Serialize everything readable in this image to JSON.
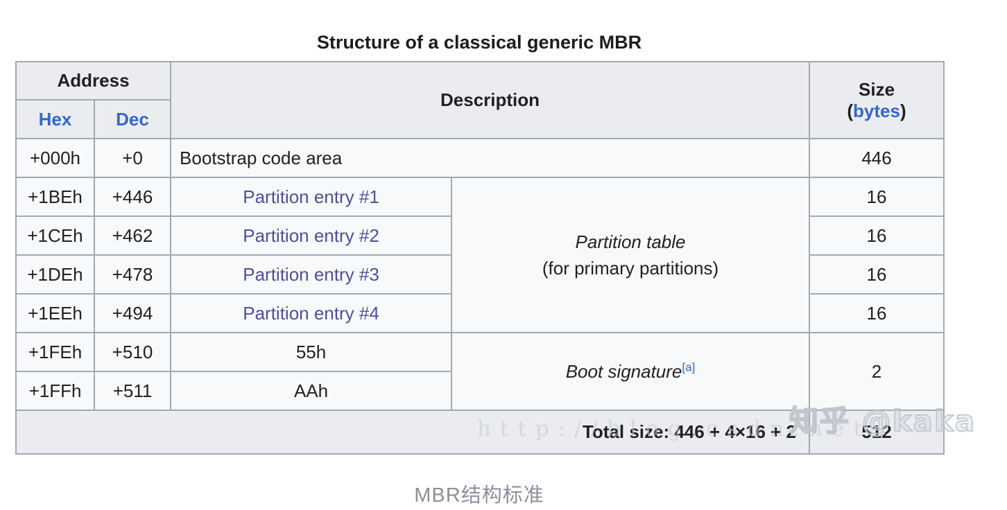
{
  "title": "Structure of a classical generic MBR",
  "caption": "MBR结构标准",
  "watermarks": {
    "zhihu": "知乎 @kaka",
    "url": "http://blog.csdn.net"
  },
  "table": {
    "headers": {
      "address": "Address",
      "hex": "Hex",
      "dec": "Dec",
      "description": "Description",
      "size_line1": "Size",
      "size_paren_open": "(",
      "size_bytes": "bytes",
      "size_paren_close": ")"
    },
    "rows": {
      "bootstrap": {
        "hex": "+000h",
        "dec": "+0",
        "desc": "Bootstrap code area",
        "size": "446"
      },
      "p1": {
        "hex": "+1BEh",
        "dec": "+446",
        "desc": "Partition entry #1",
        "size": "16"
      },
      "p2": {
        "hex": "+1CEh",
        "dec": "+462",
        "desc": "Partition entry #2",
        "size": "16"
      },
      "p3": {
        "hex": "+1DEh",
        "dec": "+478",
        "desc": "Partition entry #3",
        "size": "16"
      },
      "p4": {
        "hex": "+1EEh",
        "dec": "+494",
        "desc": "Partition entry #4",
        "size": "16"
      },
      "sig1": {
        "hex": "+1FEh",
        "dec": "+510",
        "desc": "55h"
      },
      "sig2": {
        "hex": "+1FFh",
        "dec": "+511",
        "desc": "AAh"
      }
    },
    "partition_table": {
      "line1": "Partition table",
      "line2": "(for primary partitions)"
    },
    "boot_signature": {
      "text": "Boot signature",
      "footnote": "[a]",
      "size": "2"
    },
    "footer": {
      "total_label": "Total size: 446 + 4×16 + 2",
      "total_size": "512"
    }
  },
  "colors": {
    "link_blue": "#3366cc",
    "link_visited": "#4d4f9d",
    "border": "#a2a9b1",
    "header_bg": "#eaecf0",
    "row_bg": "#f8f9fa",
    "caption_gray": "#8b909a"
  }
}
